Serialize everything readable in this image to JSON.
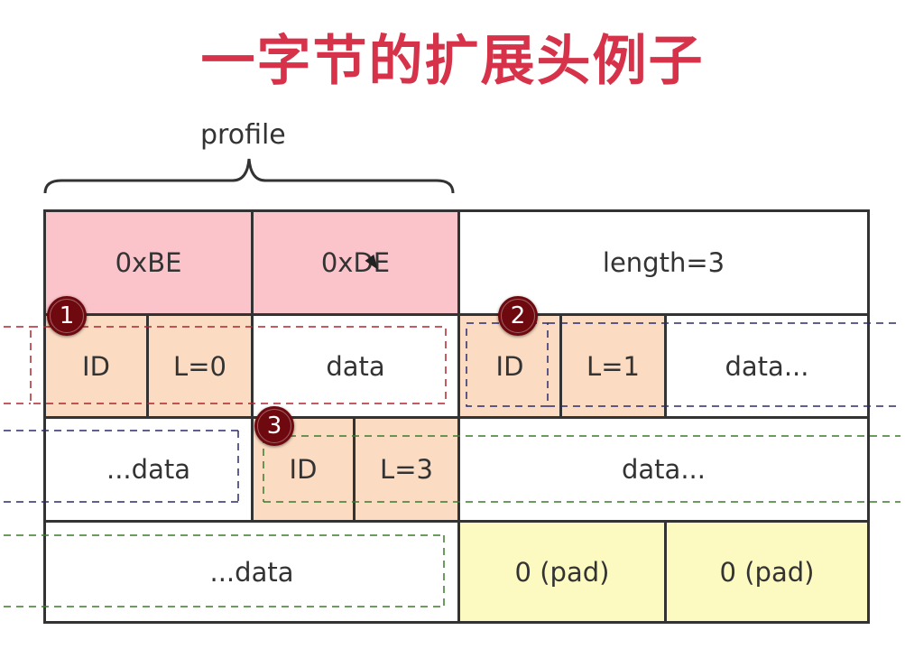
{
  "title": "一字节的扩展头例子",
  "brace_label": "profile",
  "rows": {
    "row1": [
      "0xBE",
      "0xDE",
      "length=3"
    ],
    "row2": [
      "ID",
      "L=0",
      "data",
      "ID",
      "L=1",
      "data..."
    ],
    "row3": [
      "...data",
      "ID",
      "L=3",
      "data..."
    ],
    "row4": [
      "...data",
      "0 (pad)",
      "0 (pad)"
    ]
  },
  "badges": [
    "1",
    "2",
    "3"
  ],
  "colors": {
    "title": "#d6334a",
    "pink": "#fbc3ca",
    "orange": "#fbdcc2",
    "yellow": "#fcf9c1",
    "badge": "#6e0a0f",
    "dash_red": "#b0252c",
    "dash_navy": "#2b2a6e",
    "dash_green": "#3b7a2a"
  }
}
